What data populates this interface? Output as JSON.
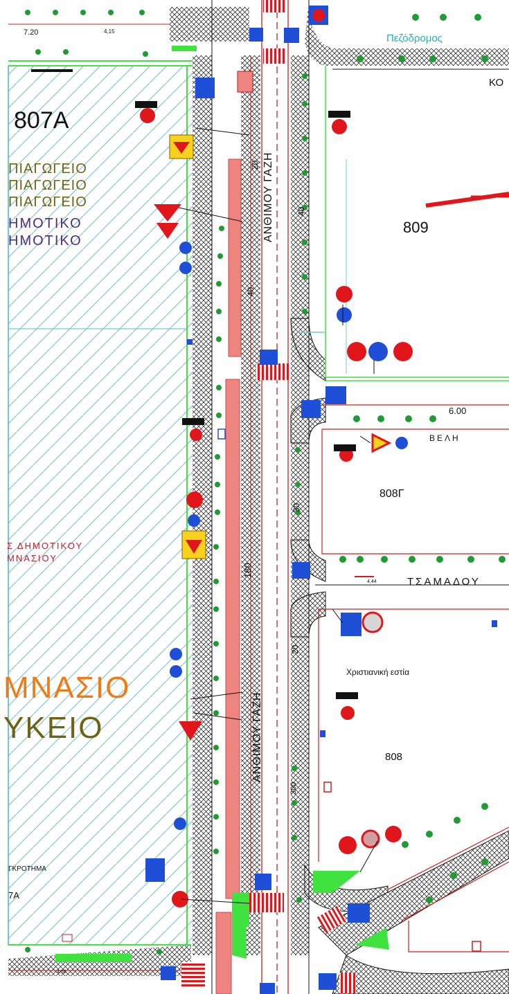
{
  "map": {
    "blocks": {
      "b807a": "807A",
      "b809": "809",
      "b808g": "808Γ",
      "b808": "808"
    },
    "school_labels": {
      "line1": "ΠΙΑΓΩΓΕΙΟ",
      "line2": "ΠΙΑΓΩΓΕΙΟ",
      "line3": "ΠΙΑΓΩΓΕΙΟ",
      "line4": "ΗΜΟΤΙΚΟ",
      "line5": "ΗΜΟΤΙΚΟ",
      "dimotikou": "Σ ΔΗΜΟΤΙΚΟΥ",
      "gymnasiou": "ΜΝΑΣΙΟΥ",
      "gymnasio": "ΜΝΑΣΙΟ",
      "lykeio": "ΥΚΕΙΟ",
      "sygkrotima": "ΓΚΡΟΤΗΜΑ",
      "block_7a": "7Α"
    },
    "streets": {
      "anthimou_top": "ΑΝΘΙΜΟΥ ΓΑΖΗ",
      "anthimou_bottom": "ΑΝΘΙΜΟΥ ΓΑΖΗ",
      "veli": "ΒΕΛΗ",
      "tsamadou": "ΤΣΑΜΑΔΟΥ",
      "pezodromos": "Πεζόδρομος",
      "ko": "ΚΟ",
      "christianiki": "Χριστιανική εστία"
    },
    "dimensions": {
      "d720": "7.20",
      "d415": "4,15",
      "d600": "6.00",
      "d444": "4,44",
      "d456": "4,56",
      "d20a": "20",
      "d40a": "40",
      "d40b": "40",
      "d30": "30",
      "d180": "180",
      "d20b": "20",
      "d300": "300"
    },
    "colors": {
      "hatch": "#74c7d6",
      "bike_lane": "#ee8480",
      "road_line": "#d81a1a",
      "green_strip": "#3fe23f",
      "tree": "#1f9a35",
      "sign_blue": "#1e4fd6",
      "sign_red": "#e0161b",
      "sign_yellow": "#f7d21c",
      "orange_text": "#f07b14",
      "olive_text": "#6b6414",
      "purple_text": "#4e2d82",
      "pedestrian_text": "#20b3b7"
    }
  }
}
